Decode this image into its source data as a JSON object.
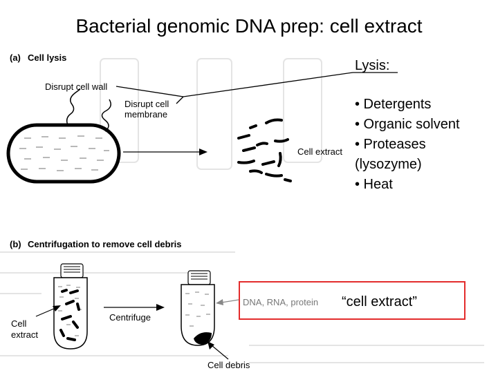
{
  "title": "Bacterial genomic DNA prep: cell extract",
  "panel_a": {
    "heading_letter": "(a)",
    "heading": "Cell lysis",
    "disrupt_wall": "Disrupt cell wall",
    "disrupt_membrane_line1": "Disrupt cell",
    "disrupt_membrane_line2": "membrane",
    "cell_extract": "Cell extract"
  },
  "panel_b": {
    "heading_letter": "(b)",
    "heading": "Centrifugation to remove cell debris",
    "cell_extract_line1": "Cell",
    "cell_extract_line2": "extract",
    "centrifuge": "Centrifuge",
    "contents": "DNA, RNA, protein",
    "cell_debris": "Cell debris"
  },
  "lysis": {
    "heading": "Lysis:",
    "items": [
      "• Detergents",
      "• Organic solvent",
      "• Proteases",
      "(lysozyme)",
      "• Heat"
    ]
  },
  "cell_extract_note": "“cell extract”",
  "colors": {
    "highlight_box": "#e32b2b"
  }
}
